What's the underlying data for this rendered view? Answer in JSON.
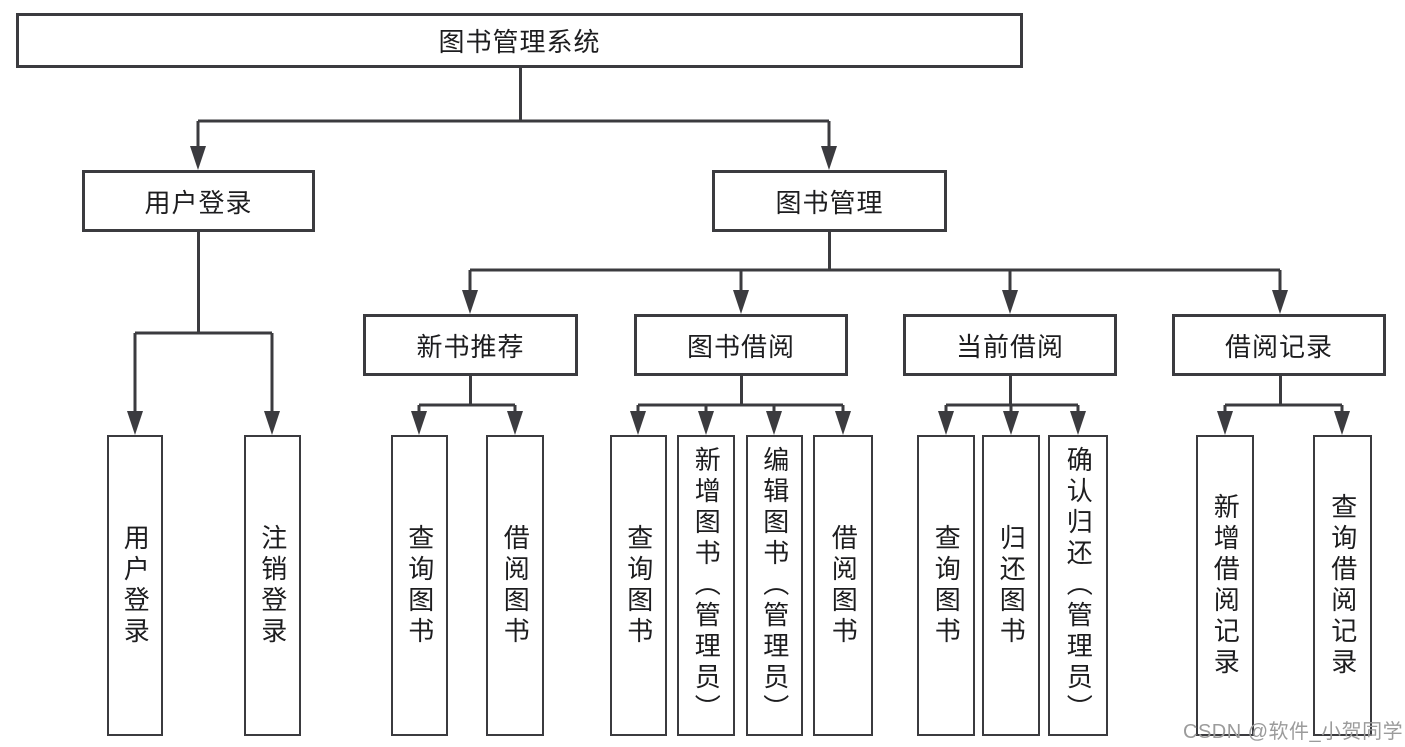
{
  "diagram": {
    "title": "图书管理系统",
    "level2": [
      {
        "label": "用户登录"
      },
      {
        "label": "图书管理"
      }
    ],
    "level3": [
      {
        "label": "新书推荐"
      },
      {
        "label": "图书借阅"
      },
      {
        "label": "当前借阅"
      },
      {
        "label": "借阅记录"
      }
    ],
    "leaves": {
      "user_login_children": [
        "用户登录",
        "注销登录"
      ],
      "new_book_children": [
        "查询图书",
        "借阅图书"
      ],
      "borrow_children": [
        "查询图书",
        "新增图书（管理员）",
        "编辑图书（管理员）",
        "借阅图书"
      ],
      "current_children": [
        "查询图书",
        "归还图书",
        "确认归还（管理员）"
      ],
      "record_children": [
        "新增借阅记录",
        "查询借阅记录"
      ]
    }
  },
  "watermark": "CSDN @软件_小贺同学",
  "colors": {
    "line": "#3b3b3f",
    "text": "#1d1d1f",
    "watermark_text": "#9b9b9b",
    "background": "#ffffff"
  }
}
